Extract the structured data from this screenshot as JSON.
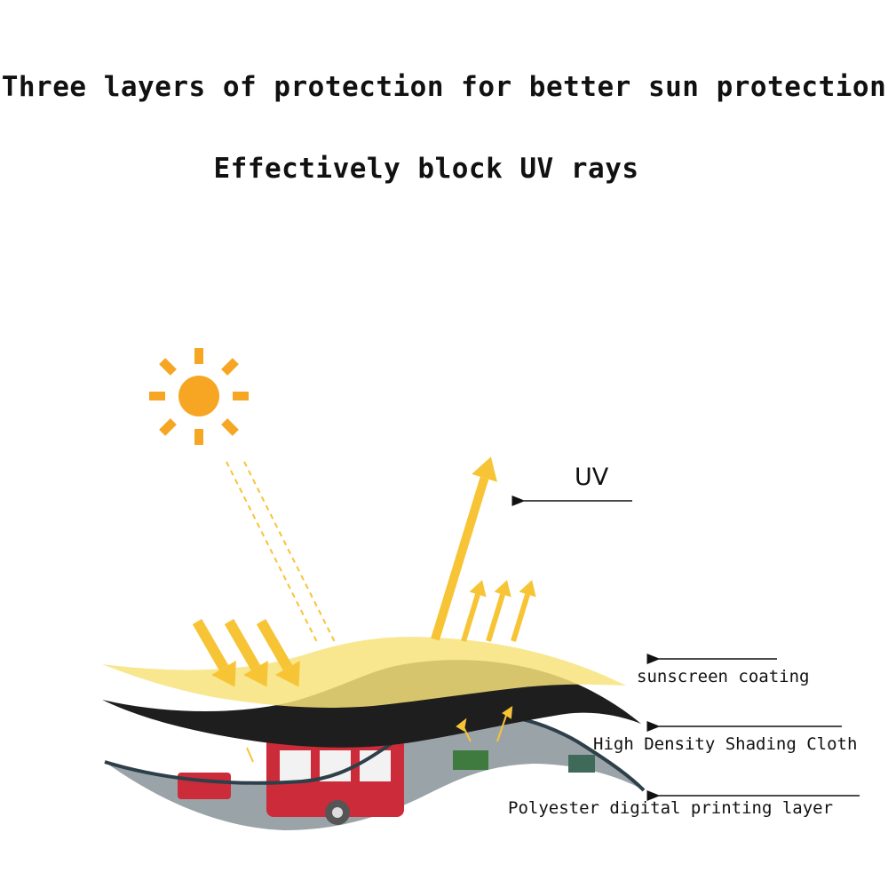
{
  "headline": {
    "line1": "Three layers of protection for better sun protection",
    "line2": "Effectively block UV rays"
  },
  "uv_label": "UV",
  "layers": [
    {
      "label": "sunscreen coating",
      "color": "#f7e37a"
    },
    {
      "label": "High Density Shading Cloth",
      "color": "#1e1e1e"
    },
    {
      "label": "Polyester digital printing layer",
      "color": "#cc2b3a"
    }
  ],
  "colors": {
    "sun": "#f6a623",
    "arrow": "#f7c436",
    "text": "#111111"
  },
  "icons": [
    "sun-icon",
    "uv-arrow-icon",
    "pointer-arrow-icon"
  ]
}
